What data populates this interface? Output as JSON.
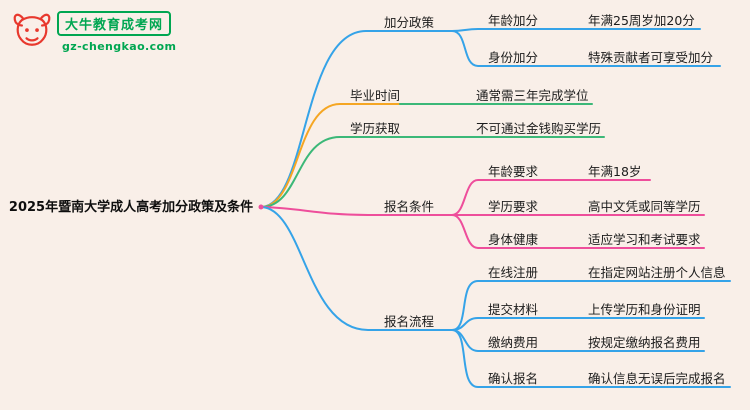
{
  "brand": {
    "name": "大牛教育成考网",
    "domain": "gz-chengkao.com",
    "logo_icon": "ox-icon"
  },
  "mindmap": {
    "root": "2025年暨南大学成人高考加分政策及条件",
    "branches": [
      {
        "label": "加分政策",
        "color": "#35a3e8",
        "children": [
          {
            "label": "年龄加分",
            "value": "年满25周岁加20分"
          },
          {
            "label": "身份加分",
            "value": "特殊贡献者可享受加分"
          }
        ]
      },
      {
        "label": "毕业时间",
        "color": "#f5a623",
        "children": [
          {
            "value": "通常需三年完成学位"
          }
        ]
      },
      {
        "label": "学历获取",
        "color": "#3cb878",
        "children": [
          {
            "value": "不可通过金钱购买学历"
          }
        ]
      },
      {
        "label": "报名条件",
        "color": "#ee4e9b",
        "children": [
          {
            "label": "年龄要求",
            "value": "年满18岁"
          },
          {
            "label": "学历要求",
            "value": "高中文凭或同等学历"
          },
          {
            "label": "身体健康",
            "value": "适应学习和考试要求"
          }
        ]
      },
      {
        "label": "报名流程",
        "color": "#35a3e8",
        "children": [
          {
            "label": "在线注册",
            "value": "在指定网站注册个人信息"
          },
          {
            "label": "提交材料",
            "value": "上传学历和身份证明"
          },
          {
            "label": "缴纳费用",
            "value": "按规定缴纳报名费用"
          },
          {
            "label": "确认报名",
            "value": "确认信息无误后完成报名"
          }
        ]
      }
    ],
    "palette": {
      "background": "#f9efe8",
      "blue": "#35a3e8",
      "orange": "#f5a623",
      "green": "#3cb878",
      "pink": "#ee4e9b",
      "brand_green": "#00a651",
      "brand_red": "#e8382d"
    }
  }
}
